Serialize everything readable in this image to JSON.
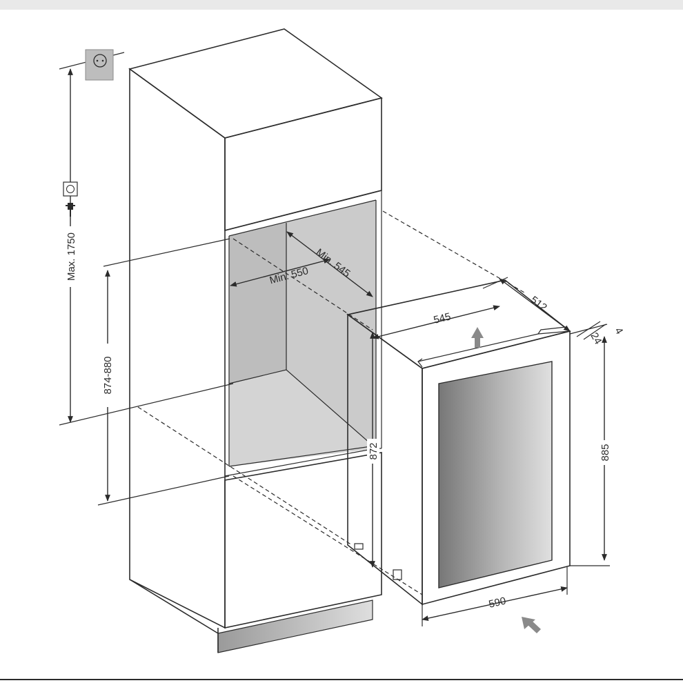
{
  "dimensions": {
    "max_height": "Max. 1750",
    "niche_height": "874-880",
    "min_depth": "Min. 545",
    "min_width": "Min. 550",
    "top_width": "545",
    "depth": "512",
    "gap_a": "4",
    "gap_b": "24",
    "body_height": "872",
    "total_height": "885",
    "total_width": "590"
  },
  "icons": {
    "socket_wall": "power-socket-icon",
    "socket_small": "power-socket-icon",
    "plug": "power-plug-icon",
    "vent_arrow": "ventilation-arrow-icon",
    "airflow_arrow": "airflow-arrow-icon"
  },
  "colors": {
    "line": "#2b2b2b",
    "niche_fill": "#c9c9c9",
    "glass_dark": "#7d7d7d",
    "glass_light": "#d8d8d8",
    "socket_fill": "#bdbdbd"
  }
}
